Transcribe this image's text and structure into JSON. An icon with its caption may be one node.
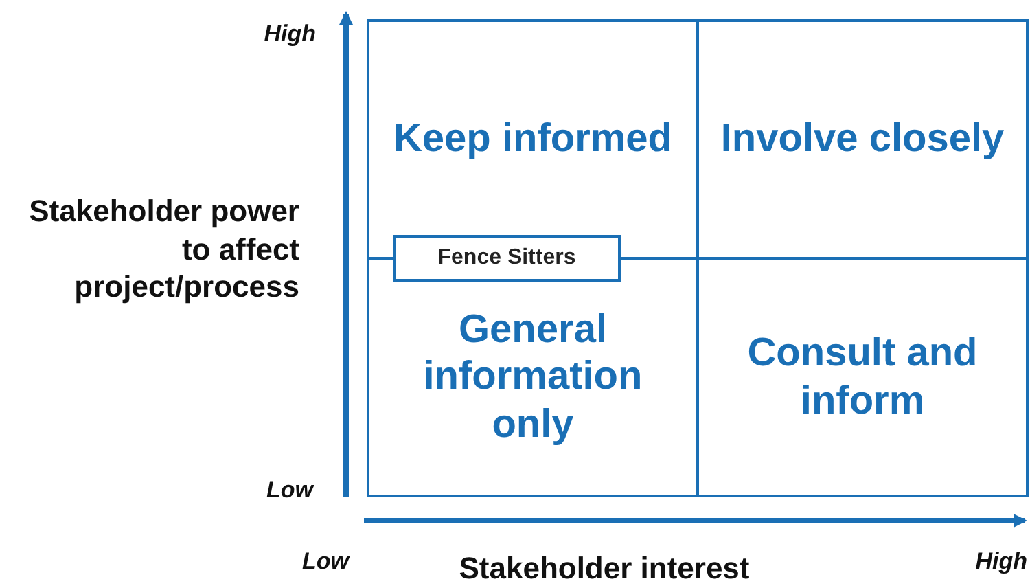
{
  "diagram": {
    "nodes": [
      {
        "text": [
          "Keep informed"
        ]
      },
      {
        "text": [
          "Involve closely"
        ]
      },
      {
        "text": [
          "Fence Sitters"
        ]
      },
      {
        "text": [
          "General information only"
        ]
      },
      {
        "text": [
          "Consult and inform"
        ]
      }
    ],
    "labels": [
      "High",
      "Stakeholder power to affect project/process",
      "Low",
      "Low",
      "Stakeholder interest",
      "High"
    ]
  }
}
